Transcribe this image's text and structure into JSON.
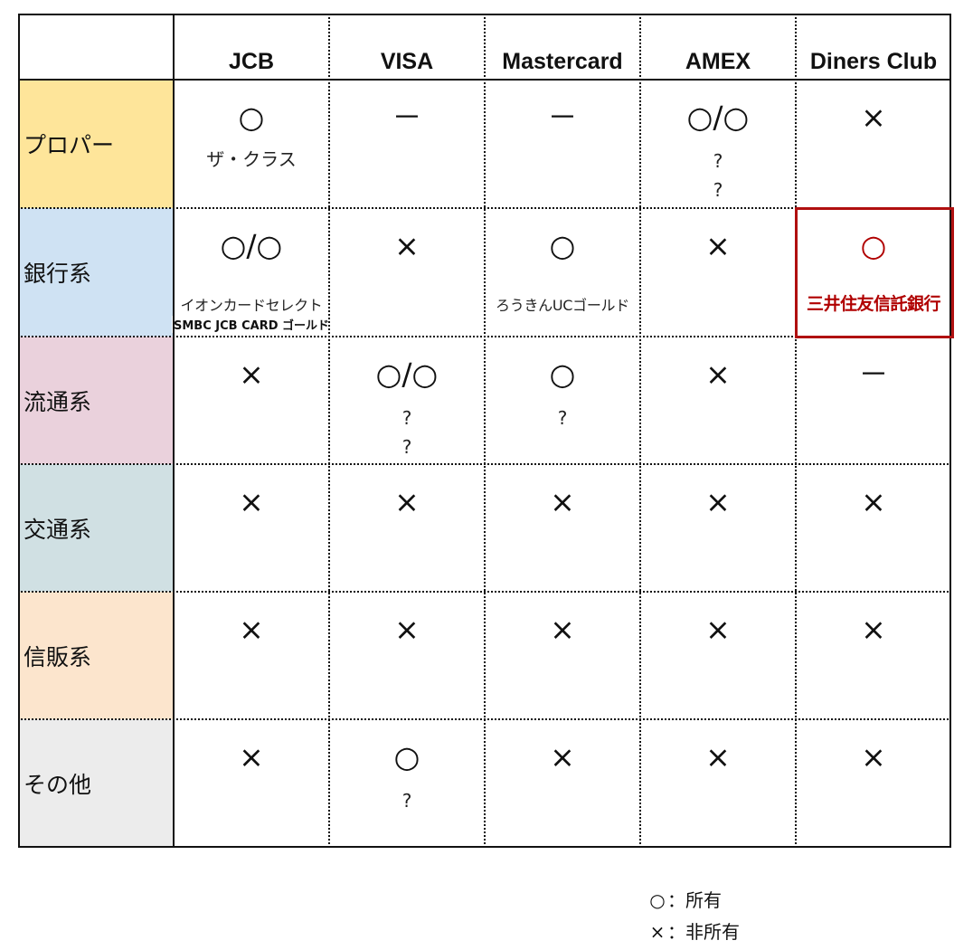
{
  "colors": {
    "proper": "#fee59a",
    "bank": "#cfe2f3",
    "retail": "#ead1dc",
    "transport": "#d0e0e3",
    "credit_sales": "#fce5cd",
    "other": "#ececec",
    "highlight": "#b00000"
  },
  "header": {
    "corner": "",
    "columns": [
      "JCB",
      "VISA",
      "Mastercard",
      "AMEX",
      "Diners Club"
    ]
  },
  "rows": [
    {
      "label": "プロパー",
      "cells": [
        {
          "mark": "○",
          "notes": [
            "ザ・クラス"
          ]
        },
        {
          "mark": "－",
          "notes": []
        },
        {
          "mark": "－",
          "notes": []
        },
        {
          "mark": "○/○",
          "notes": [
            "?",
            "?"
          ]
        },
        {
          "mark": "×",
          "notes": []
        }
      ]
    },
    {
      "label": "銀行系",
      "cells": [
        {
          "mark": "○/○",
          "notes": [
            "イオンカードセレクト"
          ],
          "extra": "SMBC JCB CARD ゴールド"
        },
        {
          "mark": "×",
          "notes": []
        },
        {
          "mark": "○",
          "notes": [
            "ろうきんUCゴールド"
          ]
        },
        {
          "mark": "×",
          "notes": []
        },
        {
          "mark": "○",
          "notes": [
            "三井住友信託銀行"
          ],
          "highlight": true
        }
      ]
    },
    {
      "label": "流通系",
      "cells": [
        {
          "mark": "×",
          "notes": []
        },
        {
          "mark": "○/○",
          "notes": [
            "?",
            "?"
          ]
        },
        {
          "mark": "○",
          "notes": [
            "?"
          ]
        },
        {
          "mark": "×",
          "notes": []
        },
        {
          "mark": "－",
          "notes": []
        }
      ]
    },
    {
      "label": "交通系",
      "cells": [
        {
          "mark": "×",
          "notes": []
        },
        {
          "mark": "×",
          "notes": []
        },
        {
          "mark": "×",
          "notes": []
        },
        {
          "mark": "×",
          "notes": []
        },
        {
          "mark": "×",
          "notes": []
        }
      ]
    },
    {
      "label": "信販系",
      "cells": [
        {
          "mark": "×",
          "notes": []
        },
        {
          "mark": "×",
          "notes": []
        },
        {
          "mark": "×",
          "notes": []
        },
        {
          "mark": "×",
          "notes": []
        },
        {
          "mark": "×",
          "notes": []
        }
      ]
    },
    {
      "label": "その他",
      "cells": [
        {
          "mark": "×",
          "notes": []
        },
        {
          "mark": "○",
          "notes": [
            "?"
          ]
        },
        {
          "mark": "×",
          "notes": []
        },
        {
          "mark": "×",
          "notes": []
        },
        {
          "mark": "×",
          "notes": []
        }
      ]
    }
  ],
  "legend": [
    {
      "symbol": "○",
      "text": "：所有"
    },
    {
      "symbol": "×",
      "text": "：非所有"
    }
  ]
}
